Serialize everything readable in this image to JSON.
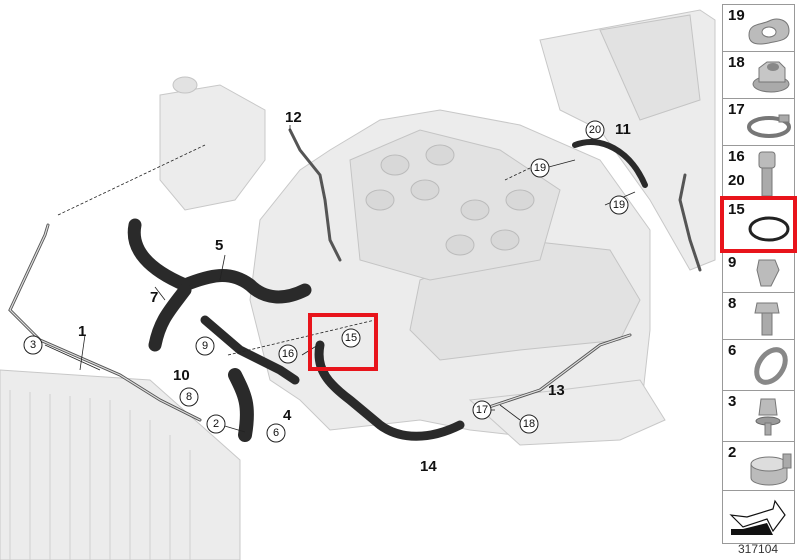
{
  "diagram": {
    "document_number": "317104",
    "highlight_color": "#e8141b",
    "callouts": {
      "p1": "1",
      "p3": "3",
      "p2": "2",
      "p4": "4",
      "p5": "5",
      "p6": "6",
      "p7": "7",
      "p8": "8",
      "p9": "9",
      "p10": "10",
      "p11": "11",
      "p12": "12",
      "p13": "13",
      "p14": "14",
      "p15": "15",
      "p16": "16",
      "p17": "17",
      "p18": "18",
      "p19a": "19",
      "p19b": "19",
      "p20": "20"
    }
  },
  "parts_panel": [
    {
      "numbers": [
        "19"
      ],
      "icon": "gasket-icon"
    },
    {
      "numbers": [
        "18"
      ],
      "icon": "hex-nut-icon"
    },
    {
      "numbers": [
        "17"
      ],
      "icon": "hose-clamp-icon"
    },
    {
      "numbers": [
        "16",
        "20"
      ],
      "icon": "torx-bolt-icon"
    },
    {
      "numbers": [
        "15"
      ],
      "icon": "o-ring-icon",
      "highlighted": true
    },
    {
      "numbers": [
        "9"
      ],
      "icon": "clip-icon"
    },
    {
      "numbers": [
        "8"
      ],
      "icon": "hex-bolt-icon"
    },
    {
      "numbers": [
        "6"
      ],
      "icon": "clamp-icon"
    },
    {
      "numbers": [
        "3"
      ],
      "icon": "expanding-clip-icon"
    },
    {
      "numbers": [
        "2"
      ],
      "icon": "spring-clamp-icon"
    },
    {
      "numbers": [],
      "icon": "arrow-icon"
    }
  ]
}
